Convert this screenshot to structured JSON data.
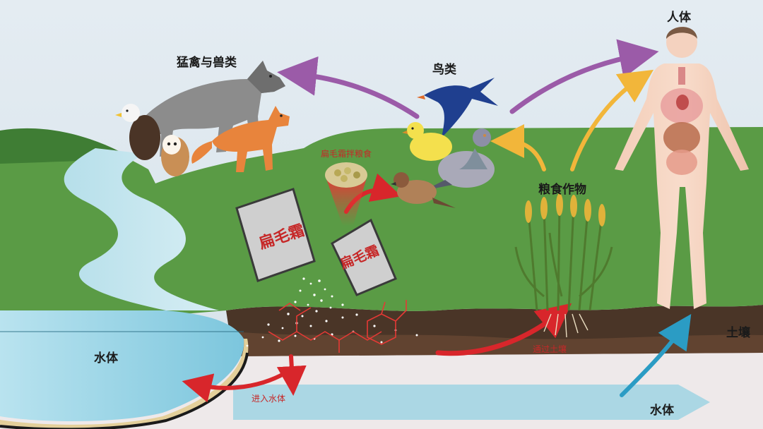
{
  "labels": {
    "human": "人体",
    "predators": "猛禽与兽类",
    "birds": "鸟类",
    "grain_mix": "扁毛霜拌粮食",
    "crops": "粮食作物",
    "soil": "土壤",
    "water_body_left": "水体",
    "water_body_right": "水体",
    "enter_water": "进入水体",
    "through_soil": "通过土壤"
  },
  "bags": {
    "left": "扁毛霜",
    "right": "扁毛霜"
  },
  "colors": {
    "sky": "#dde7ef",
    "grass": "#5a9b45",
    "soil_dark": "#4a3527",
    "water": "#8fd0e3",
    "arrow_purple": "#9b5ba8",
    "arrow_yellow": "#f2b63a",
    "arrow_red": "#d8262b",
    "arrow_blue": "#2b9cc4"
  },
  "icons": [
    "wolf-icon",
    "fox-icon",
    "eagle-icon",
    "owl-icon",
    "swallow-icon",
    "canary-icon",
    "pigeon-icon",
    "sparrow-icon",
    "human-body-icon",
    "wheat-icon",
    "poison-bag-icon",
    "grain-cup-icon"
  ]
}
